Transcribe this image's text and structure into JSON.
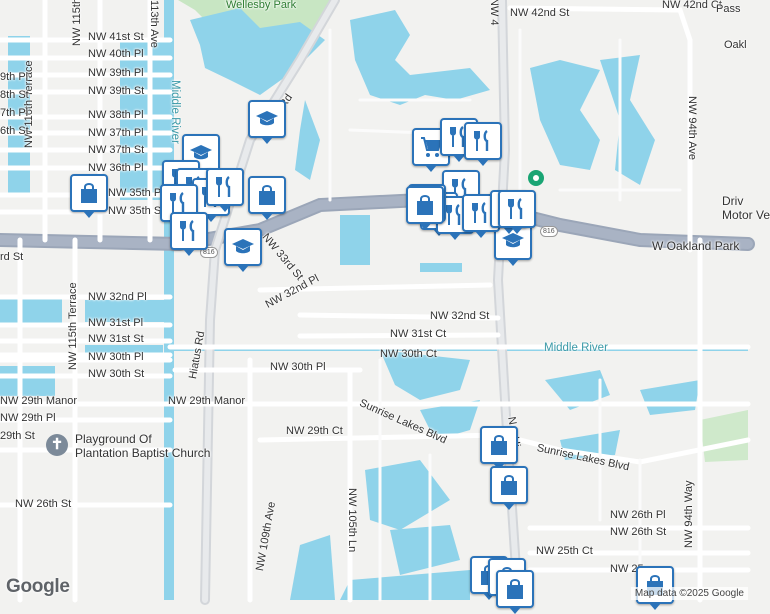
{
  "streets": {
    "nw42nd": "NW 42nd St",
    "nw42ndct": "NW 42nd Ct",
    "nw41st": "NW 41st St",
    "nw40th": "NW 40th Pl",
    "nw39thpl": "NW 39th Pl",
    "nw39thst": "NW 39th St",
    "nw38th": "NW 38th Pl",
    "nw37thpl": "NW 37th Pl",
    "nw37thst": "NW 37th St",
    "nw36th": "NW 36th Pl",
    "nw35thpl": "NW 35th Pl",
    "nw35thst": "NW 35th St",
    "nw33rd": "NW 33rd St",
    "nw32ndpl": "NW 32nd Pl",
    "nw32ndpl_b": "NW 32nd Pl",
    "nw32ndst": "NW 32nd St",
    "nw31stpl": "NW 31st Pl",
    "nw31stst": "NW 31st St",
    "nw31stct": "NW 31st Ct",
    "nw30thpl": "NW 30th Pl",
    "nw30thpl_b": "NW 30th Pl",
    "nw30thst": "NW 30th St",
    "nw30thct": "NW 30th Ct",
    "nw29thmanor": "NW 29th Manor",
    "nw29thmanor_b": "NW 29th Manor",
    "nw29thpl": "NW 29th Pl",
    "nw29thst": "29th St",
    "nw29thct": "NW 29th Ct",
    "nw26thst": "NW 26th St",
    "nw26thpl": "NW 26th Pl",
    "nw26thst_b": "NW 26th St",
    "nw25thct": "NW 25th Ct",
    "nw25": "NW 25",
    "rdst": "rd St",
    "sunrise1": "Sunrise Lakes Blvd",
    "sunrise2": "Sunrise Lakes Blvd",
    "woakland": "W Oakland Park",
    "hiatus": "Hiatus Rd",
    "nw116": "NW 116th Terrace",
    "nw115": "NW 115th Terrace",
    "nw113": "113th Ave",
    "nw105": "NW 105th Ln",
    "nw109": "NW 109th Ave",
    "nw94a": "NW 94th Ave",
    "nw94b": "NW 94th Way",
    "rd": "Rd",
    "nwhi": "N... Hi",
    "nw44": "NW 4"
  },
  "water": {
    "middle_river_v": "Middle River",
    "middle_river_h": "Middle River"
  },
  "places": {
    "wellesby": "Wellesby Park",
    "passes": "Pass",
    "oakland": "Oakl",
    "drive_motor": "Driv\nMotor Ve",
    "church": "Playground Of\nPlantation Baptist Church"
  },
  "left_edge_labels": [
    "9th Pl",
    "8th St",
    "7th Pl",
    "6th St"
  ],
  "route_shield": "816",
  "logo": "Google",
  "attribution": "Map data ©2025 Google",
  "pins": [
    {
      "icon": "school-icon"
    },
    {
      "icon": "restaurant-icon"
    },
    {
      "icon": "shopping-bag-icon"
    },
    {
      "icon": "shopping-cart-icon"
    }
  ]
}
